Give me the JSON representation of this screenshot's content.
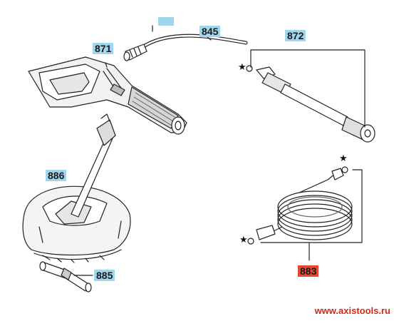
{
  "parts": [
    {
      "id": "p871",
      "number": "871"
    },
    {
      "id": "p845",
      "number": "845"
    },
    {
      "id": "p872",
      "number": "872"
    },
    {
      "id": "p886",
      "number": "886"
    },
    {
      "id": "p885",
      "number": "885"
    },
    {
      "id": "p883",
      "number": "883"
    }
  ],
  "star_glyph": "★",
  "watermark": "www.axistools.ru",
  "colors": {
    "label_blue": "#9fd6ee",
    "label_red": "#e8472f",
    "watermark_red": "#d9261c",
    "line": "#222222"
  }
}
